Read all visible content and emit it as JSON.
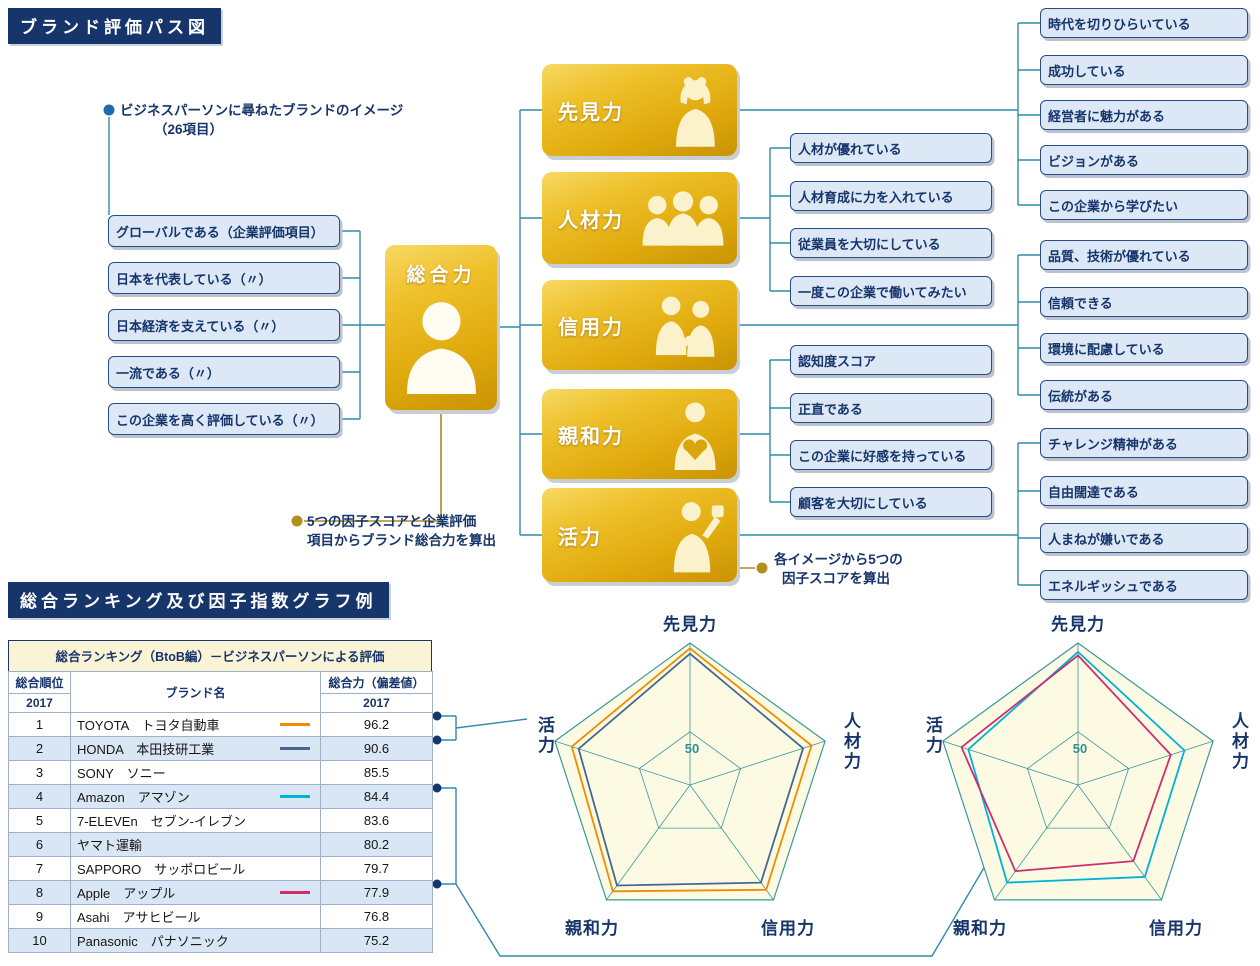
{
  "page": {
    "path_title": "ブランド評価パス図",
    "ranking_title": "総合ランキング及び因子指数グラフ例"
  },
  "notes": {
    "image_note_line1": "ビジネスパーソンに尋ねたブランドのイメージ",
    "image_note_line2": "（26項目）",
    "calc_note_line1": "5つの因子スコアと企業評価",
    "calc_note_line2": "項目からブランド総合力を算出",
    "factor_note_line1": "各イメージから5つの",
    "factor_note_line2": "因子スコアを算出"
  },
  "core": {
    "label": "総合力"
  },
  "evaluation_items": [
    "グローバルである（企業評価項目）",
    "日本を代表している（〃）",
    "日本経済を支えている（〃）",
    "一流である（〃）",
    "この企業を高く評価している（〃）"
  ],
  "factors": [
    {
      "name": "先見力",
      "items": [
        "時代を切りひらいている",
        "成功している",
        "経営者に魅力がある",
        "ビジョンがある",
        "この企業から学びたい"
      ]
    },
    {
      "name": "人材力",
      "items": [
        "人材が優れている",
        "人材育成に力を入れている",
        "従業員を大切にしている",
        "一度この企業で働いてみたい"
      ]
    },
    {
      "name": "信用力",
      "items": [
        "品質、技術が優れている",
        "信頼できる",
        "環境に配慮している",
        "伝統がある"
      ]
    },
    {
      "name": "親和力",
      "items": [
        "認知度スコア",
        "正直である",
        "この企業に好感を持っている",
        "顧客を大切にしている"
      ]
    },
    {
      "name": "活力",
      "items": [
        "チャレンジ精神がある",
        "自由闊達である",
        "人まねが嫌いである",
        "エネルギッシュである"
      ]
    }
  ],
  "ranking_table": {
    "title": "総合ランキング（BtoB編）－ビジネスパーソンによる評価",
    "col_rank": "総合順位",
    "col_brand": "ブランド名",
    "col_score": "総合力（偏差値）",
    "year": "2017",
    "rows": [
      {
        "rank": "1",
        "brand": "TOYOTA　トヨタ自動車",
        "score": "96.2",
        "line_color": "#f08c00"
      },
      {
        "rank": "2",
        "brand": "HONDA　本田技研工業",
        "score": "90.6",
        "line_color": "#47688e"
      },
      {
        "rank": "3",
        "brand": "SONY　ソニー",
        "score": "85.5",
        "line_color": null
      },
      {
        "rank": "4",
        "brand": "Amazon　アマゾン",
        "score": "84.4",
        "line_color": "#00b1d8"
      },
      {
        "rank": "5",
        "brand": "7-ELEVEn　セブン-イレブン",
        "score": "83.6",
        "line_color": null
      },
      {
        "rank": "6",
        "brand": "ヤマト運輸",
        "score": "80.2",
        "line_color": null
      },
      {
        "rank": "7",
        "brand": "SAPPORO　サッポロビール",
        "score": "79.7",
        "line_color": null
      },
      {
        "rank": "8",
        "brand": "Apple　アップル",
        "score": "77.9",
        "line_color": "#cc2e6e"
      },
      {
        "rank": "9",
        "brand": "Asahi　アサヒビール",
        "score": "76.8",
        "line_color": null
      },
      {
        "rank": "10",
        "brand": "Panasonic　パナソニック",
        "score": "75.2",
        "line_color": null
      }
    ]
  },
  "chart_data": [
    {
      "type": "radar",
      "axes": [
        "先見力",
        "人材力",
        "信用力",
        "親和力",
        "活力"
      ],
      "scale": {
        "min": 20,
        "max": 100,
        "ring": 50,
        "ring_label": "50"
      },
      "fill_color": "#fcfae3",
      "grid_color": "#3a989e",
      "series": [
        {
          "name": "TOYOTA トヨタ自動車",
          "color": "#f08c00",
          "values": [
            97,
            92,
            93,
            94,
            90
          ]
        },
        {
          "name": "HONDA 本田技研工業",
          "color": "#47688e",
          "values": [
            94,
            87,
            88,
            90,
            86
          ]
        }
      ]
    },
    {
      "type": "radar",
      "axes": [
        "先見力",
        "人材力",
        "信用力",
        "親和力",
        "活力"
      ],
      "scale": {
        "min": 20,
        "max": 100,
        "ring": 50,
        "ring_label": "50"
      },
      "fill_color": "#fcfae3",
      "grid_color": "#3a989e",
      "series": [
        {
          "name": "Amazon アマゾン",
          "color": "#00b1d8",
          "values": [
            95,
            83,
            84,
            88,
            85
          ]
        },
        {
          "name": "Apple アップル",
          "color": "#cc2e6e",
          "values": [
            93,
            75,
            73,
            80,
            89
          ]
        }
      ]
    }
  ],
  "colors": {
    "navy": "#16356b",
    "teal_line": "#2f8ca8",
    "gold_line": "#ab8a25",
    "gold_box": "#e3ae0e",
    "light_blue_box": "#dde8f6",
    "table_alt_row": "#d9e6f4",
    "radar_fill": "#fcfae3"
  }
}
